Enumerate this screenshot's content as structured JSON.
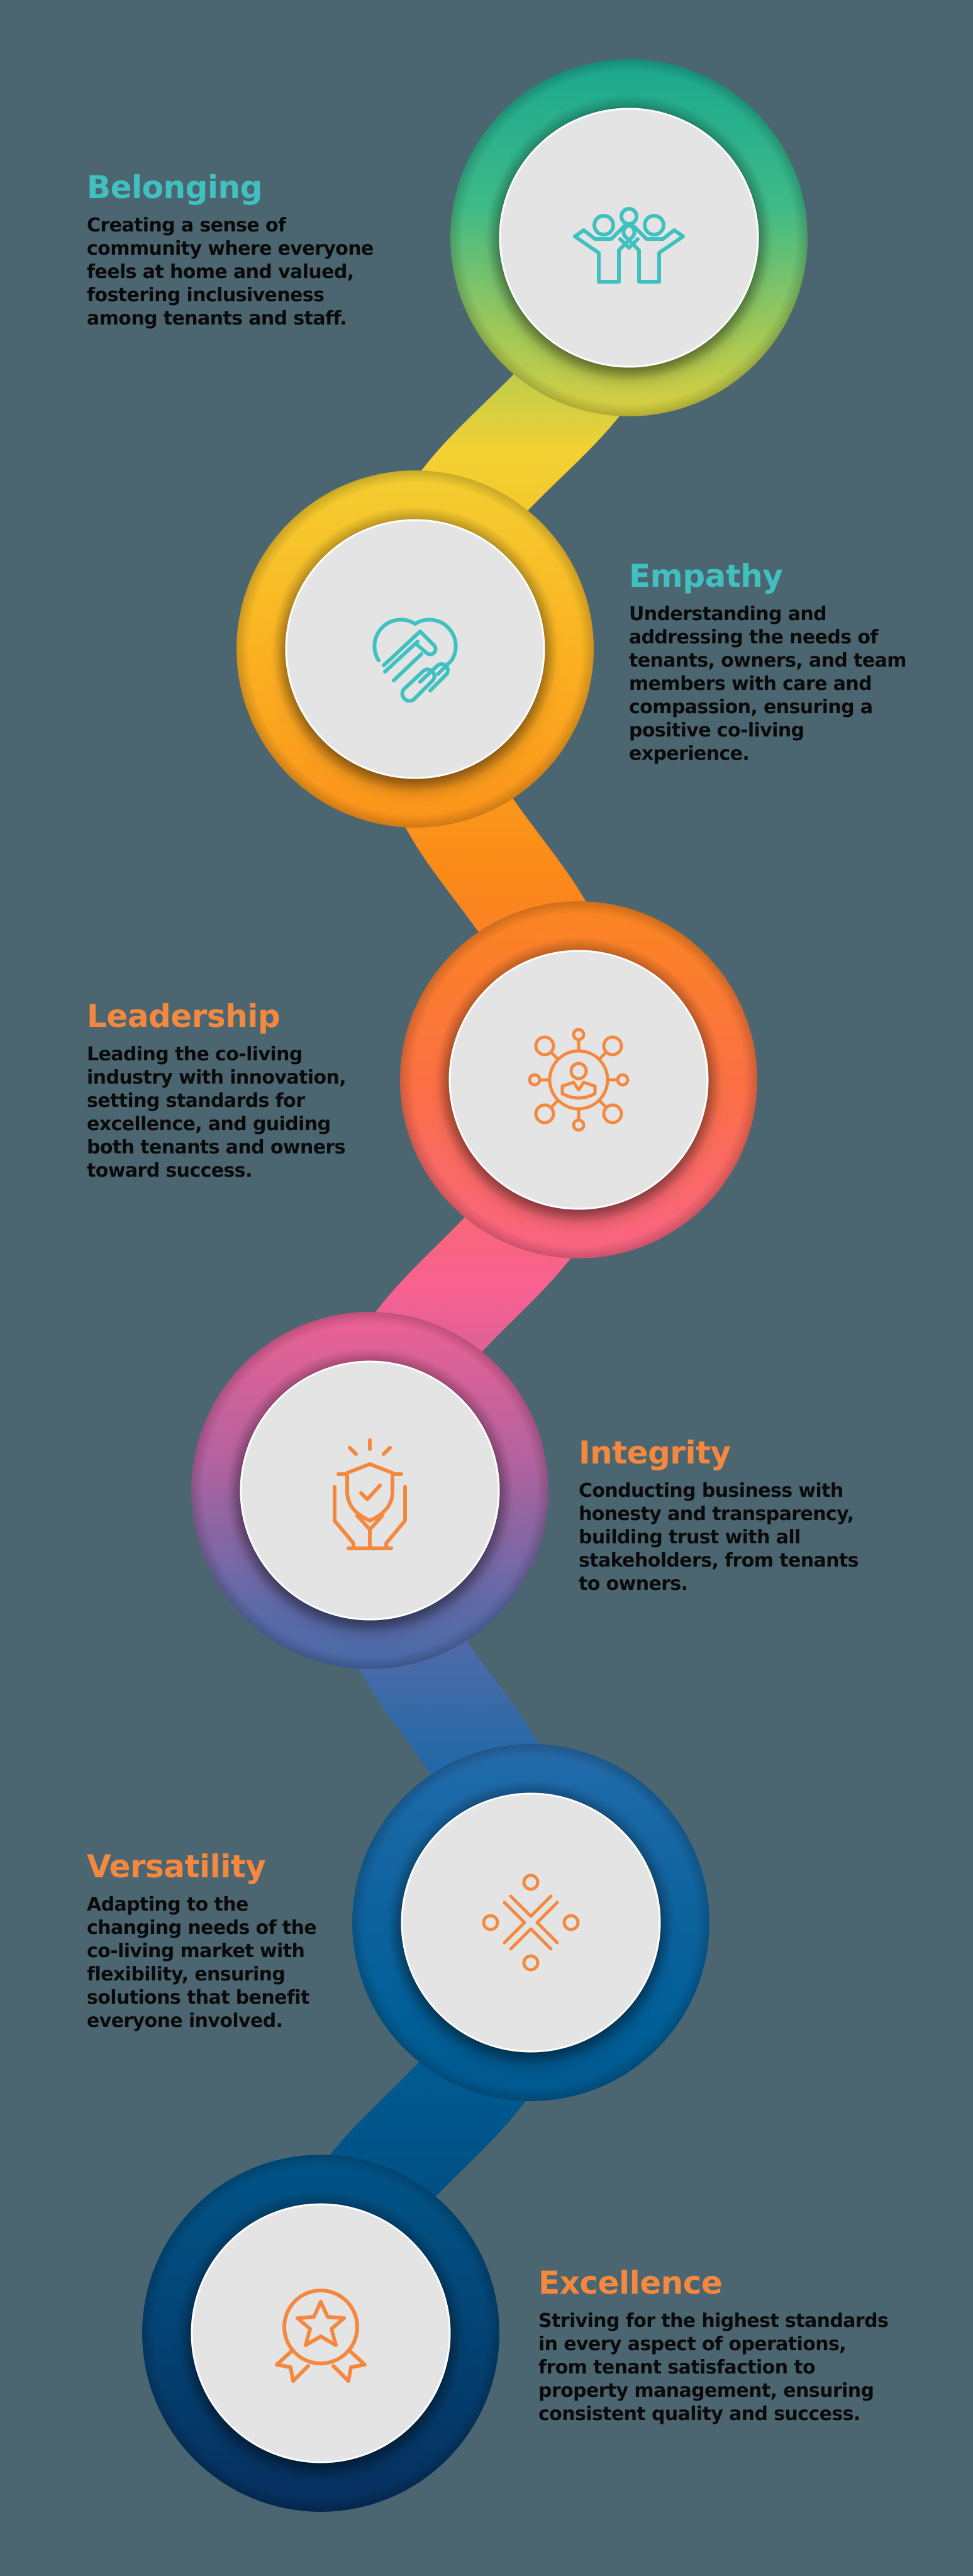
{
  "colors": {
    "background": "#4b6670",
    "teal_accent": "#40c1c0",
    "orange_accent": "#f5883f",
    "body_text": "#0a0a0a",
    "disc": "#e4e4e4"
  },
  "values": [
    {
      "title": "Belonging",
      "title_color": "#40c1c0",
      "icon": "group-people-icon",
      "body_lines": [
        "Creating a sense of",
        "community where everyone",
        "feels at home and valued,",
        "fostering inclusiveness",
        "among tenants and staff."
      ]
    },
    {
      "title": "Empathy",
      "title_color": "#40c1c0",
      "icon": "handshake-heart-icon",
      "body_lines": [
        "Understanding and",
        "addressing the needs of",
        "tenants, owners, and team",
        "members with care and",
        "compassion, ensuring a",
        "positive co-living",
        "experience."
      ]
    },
    {
      "title": "Leadership",
      "title_color": "#f5883f",
      "icon": "network-leader-icon",
      "body_lines": [
        "Leading the co-living",
        "industry with innovation,",
        "setting standards for",
        "excellence, and guiding",
        "both tenants and owners",
        "toward success."
      ]
    },
    {
      "title": "Integrity",
      "title_color": "#f5883f",
      "icon": "shield-hands-icon",
      "body_lines": [
        "Conducting business with",
        "honesty and transparency,",
        "building trust with all",
        "stakeholders, from tenants",
        "to owners."
      ]
    },
    {
      "title": "Versatility",
      "title_color": "#f5883f",
      "icon": "people-circle-adapt-icon",
      "body_lines": [
        "Adapting to the",
        "changing needs of the",
        "co-living market with",
        "flexibility, ensuring",
        "solutions that benefit",
        "everyone involved."
      ]
    },
    {
      "title": "Excellence",
      "title_color": "#f5883f",
      "icon": "award-medal-icon",
      "body_lines": [
        "Striving for the highest standards",
        "in every aspect of operations,",
        "from tenant satisfaction to",
        "property management, ensuring",
        "consistent quality and success."
      ]
    }
  ]
}
